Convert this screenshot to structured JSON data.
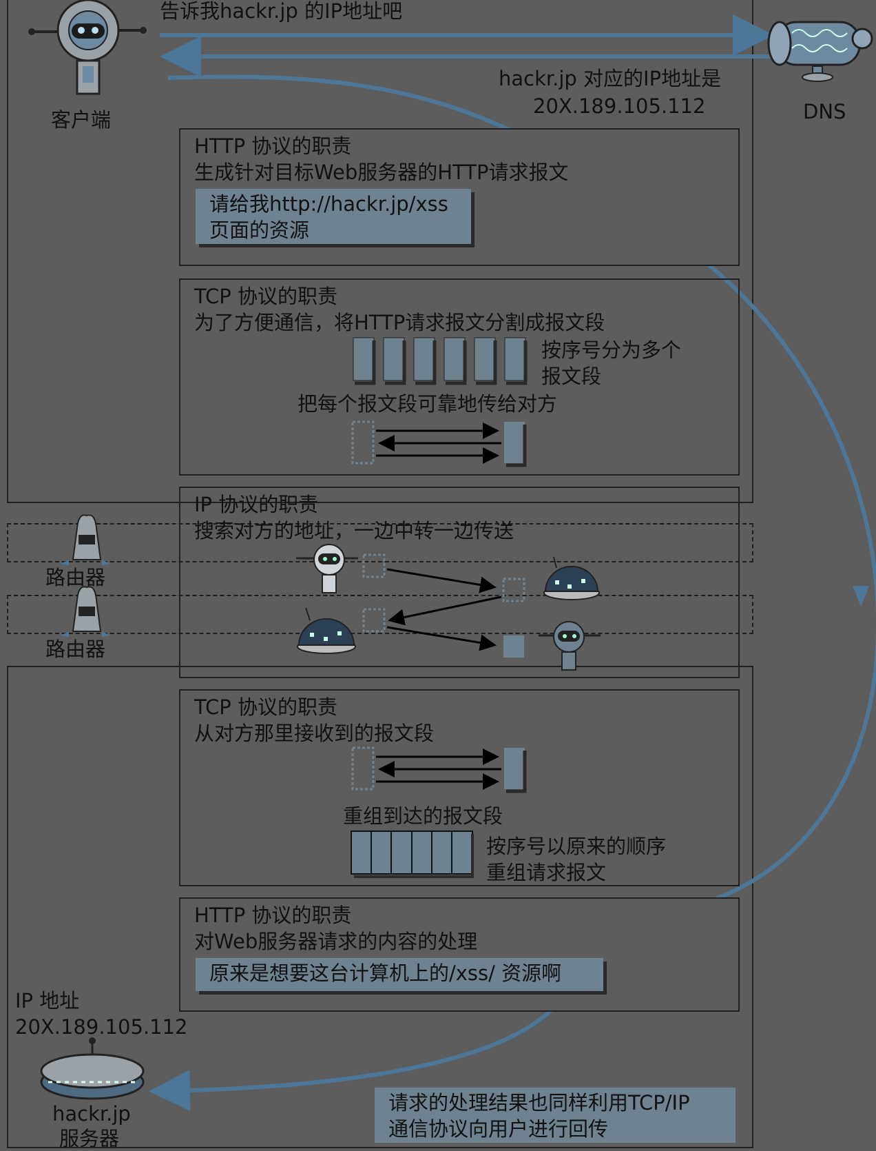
{
  "top": {
    "request_text": "告诉我hackr.jp 的IP地址吧",
    "response_line1": "hackr.jp 对应的IP地址是",
    "response_line2": "20X.189.105.112",
    "client_label": "客户端",
    "dns_label": "DNS"
  },
  "http_client": {
    "title": "HTTP 协议的职责",
    "desc": "生成针对目标Web服务器的HTTP请求报文",
    "note_line1": "请给我http://hackr.jp/xss",
    "note_line2": "页面的资源"
  },
  "tcp_client": {
    "title": "TCP 协议的职责",
    "desc": "为了方便通信，将HTTP请求报文分割成报文段",
    "seg_line1": "按序号分为多个",
    "seg_line2": "报文段",
    "reliable": "把每个报文段可靠地传给对方"
  },
  "ip": {
    "title": "IP 协议的职责",
    "desc": "搜索对方的地址，一边中转一边传送"
  },
  "routers": [
    "路由器",
    "路由器"
  ],
  "tcp_server": {
    "title": "TCP 协议的职责",
    "desc": "从对方那里接收到的报文段",
    "reassemble": "重组到达的报文段",
    "order_line1": "按序号以原来的顺序",
    "order_line2": "重组请求报文"
  },
  "http_server": {
    "title": "HTTP 协议的职责",
    "desc": "对Web服务器请求的内容的处理",
    "note": "原来是想要这台计算机上的/xss/ 资源啊"
  },
  "server": {
    "ip_label": "IP 地址",
    "ip_value": "20X.189.105.112",
    "name_line1": "hackr.jp",
    "name_line2": "服务器"
  },
  "return_note_line1": "请求的处理结果也同样利用TCP/IP",
  "return_note_line2": "通信协议向用户进行回传",
  "colors": {
    "background": "#5d5d5d",
    "arrow_blue": "#4d7798",
    "note_fill": "#6e8290",
    "line": "#1f1f1f"
  }
}
